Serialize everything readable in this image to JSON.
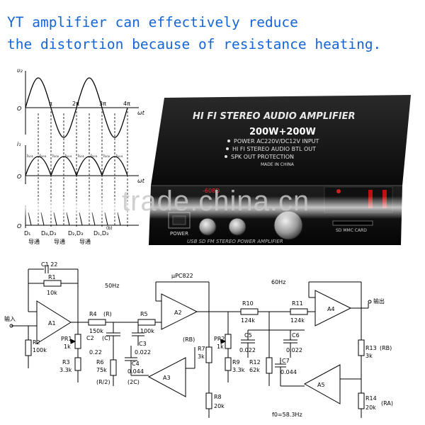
{
  "headline": {
    "line1": "YT amplifier can effectively reduce",
    "line2": "the distortion because of resistance heating."
  },
  "waveform": {
    "top_y_label": "υ₂",
    "bottom_y_label": "i₁",
    "origin_label": "O",
    "x_label": "ωt",
    "ticks": [
      "π",
      "2π",
      "3π",
      "4π"
    ],
    "current_labels": [
      "I₁₀₁",
      "I₁₀₃",
      "I₁₀₂",
      "I₁₀₄",
      "I₁₀₁",
      "I₁₀₃",
      "I₁₀₂",
      "I₁₀₄"
    ],
    "diode_labels": [
      "D₁",
      "D₄,D₃",
      "D₂,D₃",
      "D₁,D₃"
    ],
    "conduct_labels": [
      "导通",
      "导通",
      "导通"
    ],
    "small_label": "(b)"
  },
  "device": {
    "title": "HI FI STEREO AUDIO AMPLIFIER",
    "power": "200W+200W",
    "features": [
      "POWER AC220V/DC12V INPUT",
      "HI FI STEREO AUDIO BTL OUT",
      "SPK OUT PROTECTION"
    ],
    "made_in": "MADE IN CHINA",
    "model": "-608D",
    "power_button": "POWER",
    "sd_label": "SD MMC CARD",
    "bottom_text": "USB SD FM STEREO POWER AMPLIFIER"
  },
  "watermark": "trade.china.cn",
  "schematic": {
    "input_label": "输入",
    "output_label": "输出",
    "freq_50": "50Hz",
    "freq_60": "60Hz",
    "f0_label": "f0=58.3Hz",
    "amps": [
      "A1",
      "A2",
      "A3",
      "A4",
      "A5"
    ],
    "chip": "μPC822",
    "c1": "C1 22",
    "r1": [
      "R1",
      "10k"
    ],
    "r2": [
      "R2",
      "100k"
    ],
    "pr1": [
      "PR1",
      "1k"
    ],
    "r3": [
      "R3",
      "3.3k"
    ],
    "r4": [
      "R4",
      "(R)",
      "150k"
    ],
    "r5": [
      "R5",
      "100k"
    ],
    "c2": [
      "C2",
      "(C)",
      "0.22"
    ],
    "c3": [
      "C3",
      "0.022"
    ],
    "r6": [
      "R6",
      "75k",
      "(R/2)"
    ],
    "c4": [
      "C4",
      "0.044",
      "(2C)"
    ],
    "r7": [
      "R7",
      "3k",
      "(RB)"
    ],
    "r8": [
      "R8",
      "20k"
    ],
    "r10": [
      "R10",
      "124k"
    ],
    "r11": [
      "R11",
      "124k"
    ],
    "pr2": [
      "PR2",
      "1k"
    ],
    "r9": [
      "R9",
      "3.3k"
    ],
    "c5": [
      "C5",
      "0.022"
    ],
    "c6": [
      "C6",
      "0.022"
    ],
    "r12": [
      "R12",
      "62k"
    ],
    "c7": [
      "C7",
      "0.044"
    ],
    "r13": [
      "R13",
      "(RB)",
      "3k"
    ],
    "r14": [
      "R14",
      "20k",
      "(RA)"
    ]
  }
}
